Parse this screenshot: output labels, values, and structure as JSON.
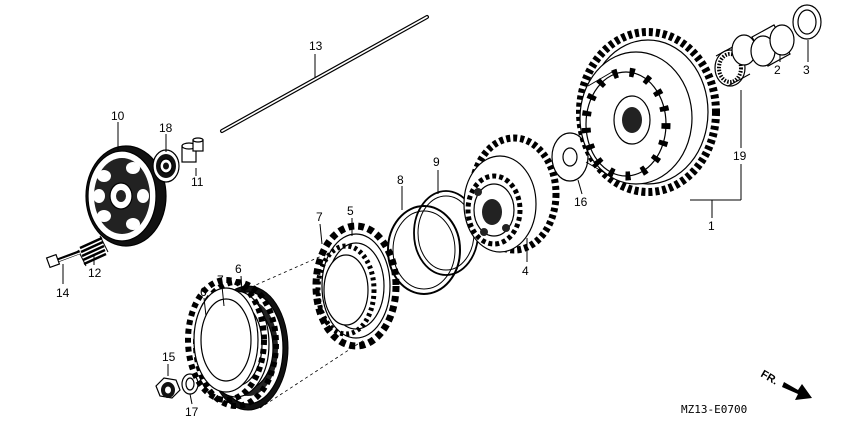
{
  "callouts": {
    "n1": "1",
    "n2": "2",
    "n3": "3",
    "n4": "4",
    "n5": "5",
    "n6a": "6",
    "n6b": "6",
    "n7a": "7",
    "n7b": "7",
    "n8": "8",
    "n9": "9",
    "n10": "10",
    "n11": "11",
    "n12": "12",
    "n13": "13",
    "n14": "14",
    "n15": "15",
    "n16": "16",
    "n17": "17",
    "n18": "18",
    "n19": "19"
  },
  "diagram_code": "MZ13-E0700",
  "direction_label": "FR."
}
